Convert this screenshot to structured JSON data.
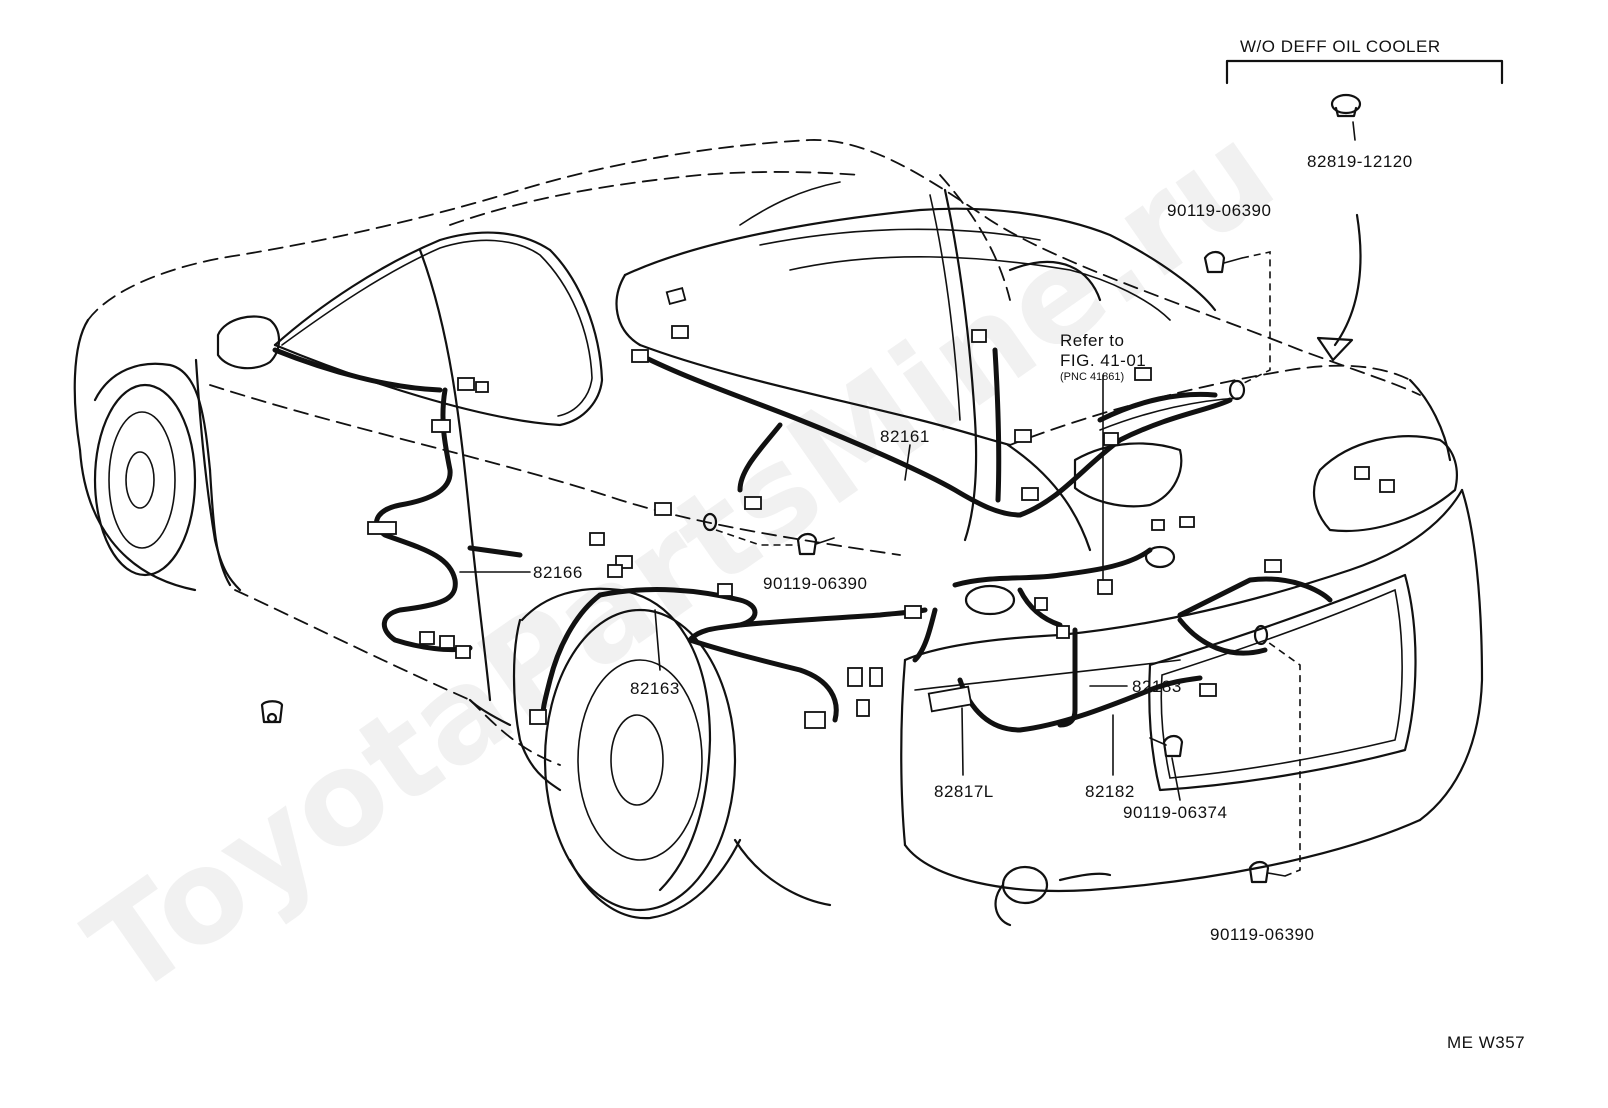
{
  "watermark": "ToyotaPartsMine.ru",
  "figure_code": "ME W357",
  "variant_label": "W/O DEFF OIL COOLER",
  "reference_note": {
    "line1": "Refer to",
    "line2": "FIG. 41-01",
    "line3": "(PNC 41861)"
  },
  "parts": {
    "grommet_plug": "82819-12120",
    "bolt_upper": "90119-06390",
    "harness_roof": "82161",
    "harness_side": "82166",
    "bolt_middle": "90119-06390",
    "harness_fender": "82163",
    "harness_plate": "82817L",
    "harness_lamp": "82182",
    "harness_trunk": "82183",
    "bolt_lamp": "90119-06374",
    "bolt_lower": "90119-06390"
  }
}
